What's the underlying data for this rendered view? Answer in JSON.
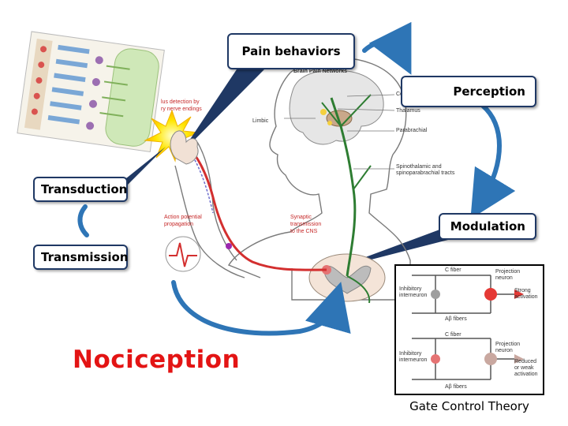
{
  "labels": {
    "pain_behaviors": "Pain behaviors",
    "perception": "Perception",
    "transduction": "Transduction",
    "modulation": "Modulation",
    "transmission": "Transmission"
  },
  "title": "Nociception",
  "caption": "Gate Control Theory",
  "anatomy": {
    "brain_pain_networks": "Brain Pain Networks",
    "cortex": "Cortex",
    "thalamus": "Thalamus",
    "limbic": "Limbic",
    "parabrachial": "Parabrachial",
    "tracts_line1": "Spinothalamic and",
    "tracts_line2": "spinoparabrachial tracts",
    "stimulus_line1": "lus detection by",
    "stimulus_line2": "ry nerve endings",
    "action_potential_line1": "Action potential",
    "action_potential_line2": "propagation",
    "synaptic_line1": "Synaptic",
    "synaptic_line2": "transmission",
    "synaptic_line3": "to the CNS"
  },
  "gate_diagram": {
    "top": {
      "c_fiber": "C fiber",
      "projection_line1": "Projection",
      "projection_line2": "neuron",
      "inhibitory_line1": "Inhibitory",
      "inhibitory_line2": "interneuron",
      "outcome_line1": "Strong",
      "outcome_line2": "activation",
      "ab_fibers": "Aβ fibers"
    },
    "bottom": {
      "c_fiber": "C fiber",
      "projection_line1": "Projection",
      "projection_line2": "neuron",
      "inhibitory_line1": "Inhibitory",
      "inhibitory_line2": "interneuron",
      "outcome_line1": "Reduced",
      "outcome_line2": "or weak",
      "outcome_line3": "activation",
      "ab_fibers": "Aβ fibers"
    }
  },
  "colors": {
    "label_border": "#1f3864",
    "arrow": "#2e75b6",
    "title": "#e31414",
    "nerve_red": "#d32f2f",
    "nerve_green": "#2e7d32"
  }
}
